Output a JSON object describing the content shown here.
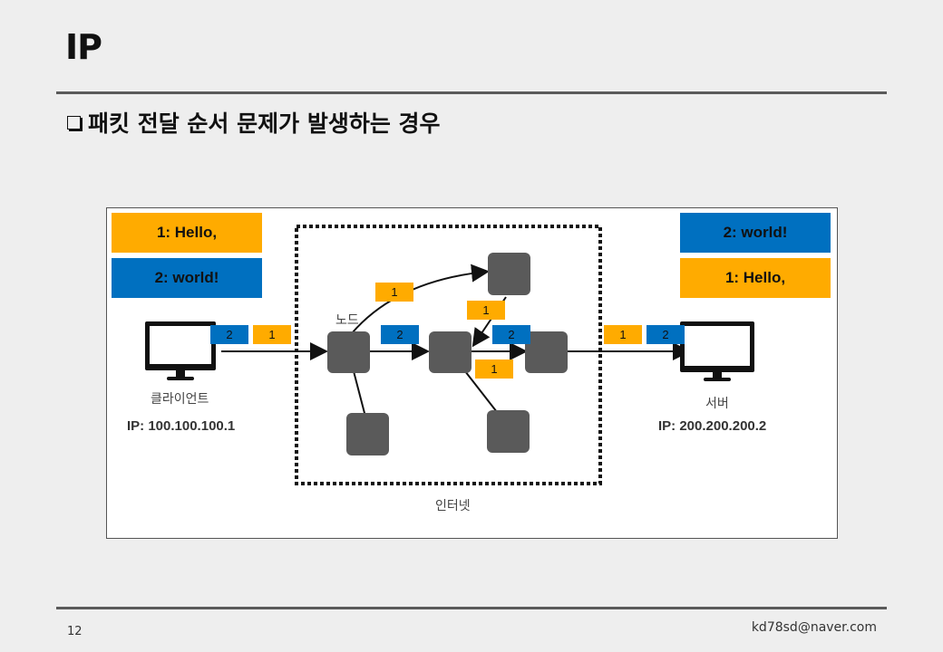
{
  "slide": {
    "title": "IP",
    "subtitle": "패킷 전달 순서 문제가 발생하는 경우",
    "page_number": "12",
    "email": "kd78sd@naver.com"
  },
  "diagram": {
    "client_msgs": [
      "1: Hello,",
      "2:  world!"
    ],
    "server_msgs": [
      "2:  world!",
      "1: Hello,"
    ],
    "client_label": "클라이언트",
    "client_ip": "IP: 100.100.100.1",
    "server_label": "서버",
    "server_ip": "IP: 200.200.200.2",
    "node_label": "노드",
    "internet_label": "인터넷",
    "packets": {
      "p1": "2",
      "p2": "1",
      "p3": "1",
      "p4": "1",
      "p5": "2",
      "p6": "2",
      "p7": "1",
      "p8": "1",
      "p9": "2"
    },
    "colors": {
      "orange": "#ffab00",
      "blue": "#0070c0",
      "node": "#5a5a5a"
    }
  }
}
